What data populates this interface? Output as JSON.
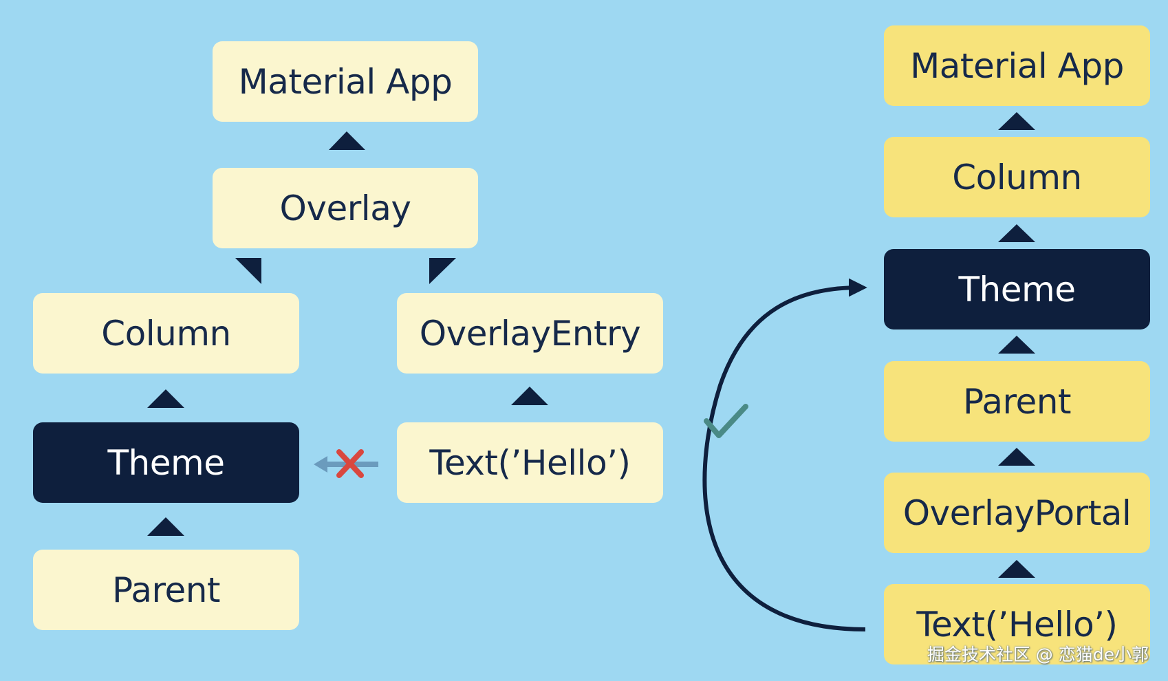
{
  "left_tree": {
    "material_app": "Material App",
    "overlay": "Overlay",
    "column": "Column",
    "theme": "Theme",
    "parent": "Parent",
    "overlay_entry": "OverlayEntry",
    "text_hello": "Text(’Hello’)"
  },
  "right_tree": {
    "material_app": "Material App",
    "column": "Column",
    "theme": "Theme",
    "parent": "Parent",
    "overlay_portal": "OverlayPortal",
    "text_hello": "Text(’Hello’)"
  },
  "watermark": "掘金技术社区 @ 恋猫de小郭",
  "colors": {
    "background": "#9ed8f2",
    "light_node": "#fbf6cf",
    "yellow_node": "#f7e37b",
    "dark_node": "#0e1f3d",
    "text": "#16294a",
    "arrow": "#0e1f3d",
    "blocked_arrow": "#6b9bbd",
    "cross": "#d9473f",
    "check": "#4a8a86"
  }
}
